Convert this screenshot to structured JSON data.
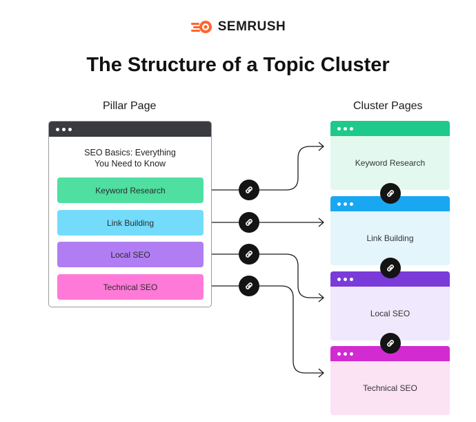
{
  "brand": {
    "name": "SEMRUSH",
    "accent": "#FF642D"
  },
  "title": "The Structure of a Topic Cluster",
  "pillar": {
    "heading": "Pillar Page",
    "page_title_line1": "SEO Basics: Everything",
    "page_title_line2": "You Need to Know",
    "topics": [
      {
        "label": "Keyword Research",
        "color": "#4FDFA1"
      },
      {
        "label": "Link Building",
        "color": "#74DBFB"
      },
      {
        "label": "Local SEO",
        "color": "#B07EF2"
      },
      {
        "label": "Technical SEO",
        "color": "#FF7AD8"
      }
    ]
  },
  "clusters": {
    "heading": "Cluster Pages",
    "pages": [
      {
        "label": "Keyword Research",
        "bar_color": "#1DCA8C",
        "body_color": "#E3F9EF"
      },
      {
        "label": "Link Building",
        "bar_color": "#1AA7F1",
        "body_color": "#E4F5FC"
      },
      {
        "label": "Local SEO",
        "bar_color": "#7A3BD9",
        "body_color": "#F0E8FC"
      },
      {
        "label": "Technical SEO",
        "bar_color": "#D12BD1",
        "body_color": "#FBE3F4"
      }
    ]
  },
  "icons": {
    "link": "link-icon",
    "logo": "semrush-flame-icon"
  }
}
